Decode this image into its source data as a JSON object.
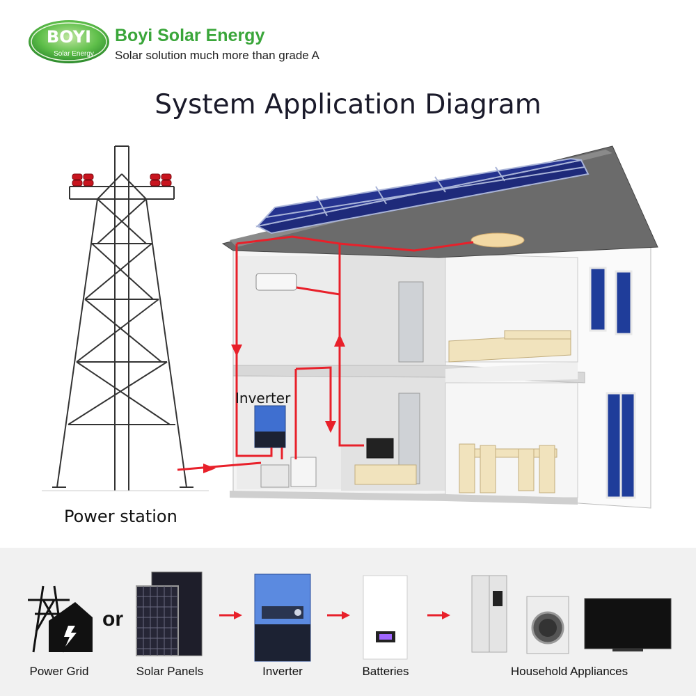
{
  "header": {
    "logo_text": "BOYI",
    "logo_subtext": "Solar Energy",
    "brand_name": "Boyi Solar Energy",
    "tagline": "Solar solution much more than grade A"
  },
  "title": "System Application Diagram",
  "scene": {
    "inverter_label": "Inverter",
    "power_station_label": "Power station"
  },
  "flow": {
    "or_text": "or",
    "items": [
      {
        "label": "Power Grid"
      },
      {
        "label": "Solar Panels"
      },
      {
        "label": "Inverter"
      },
      {
        "label": "Batteries"
      },
      {
        "label": "Household Appliances"
      }
    ]
  },
  "colors": {
    "brand_green": "#3aa63a",
    "wire_red": "#e8202a",
    "panel_blue": "#1e2a7a",
    "inverter_blue": "#3f6fd0"
  }
}
